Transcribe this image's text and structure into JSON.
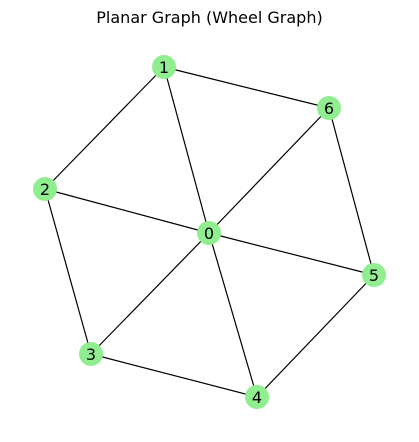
{
  "title": "Planar Graph (Wheel Graph)",
  "colors": {
    "node_fill": "#90ee90",
    "edge": "#000000",
    "label": "#000000",
    "background": "#ffffff"
  },
  "graph": {
    "nodes": [
      {
        "id": "0",
        "label": "0"
      },
      {
        "id": "1",
        "label": "1"
      },
      {
        "id": "2",
        "label": "2"
      },
      {
        "id": "3",
        "label": "3"
      },
      {
        "id": "4",
        "label": "4"
      },
      {
        "id": "5",
        "label": "5"
      },
      {
        "id": "6",
        "label": "6"
      }
    ],
    "edges": [
      [
        "0",
        "1"
      ],
      [
        "0",
        "2"
      ],
      [
        "0",
        "3"
      ],
      [
        "0",
        "4"
      ],
      [
        "0",
        "5"
      ],
      [
        "0",
        "6"
      ],
      [
        "1",
        "2"
      ],
      [
        "2",
        "3"
      ],
      [
        "3",
        "4"
      ],
      [
        "4",
        "5"
      ],
      [
        "5",
        "6"
      ],
      [
        "6",
        "1"
      ]
    ]
  }
}
